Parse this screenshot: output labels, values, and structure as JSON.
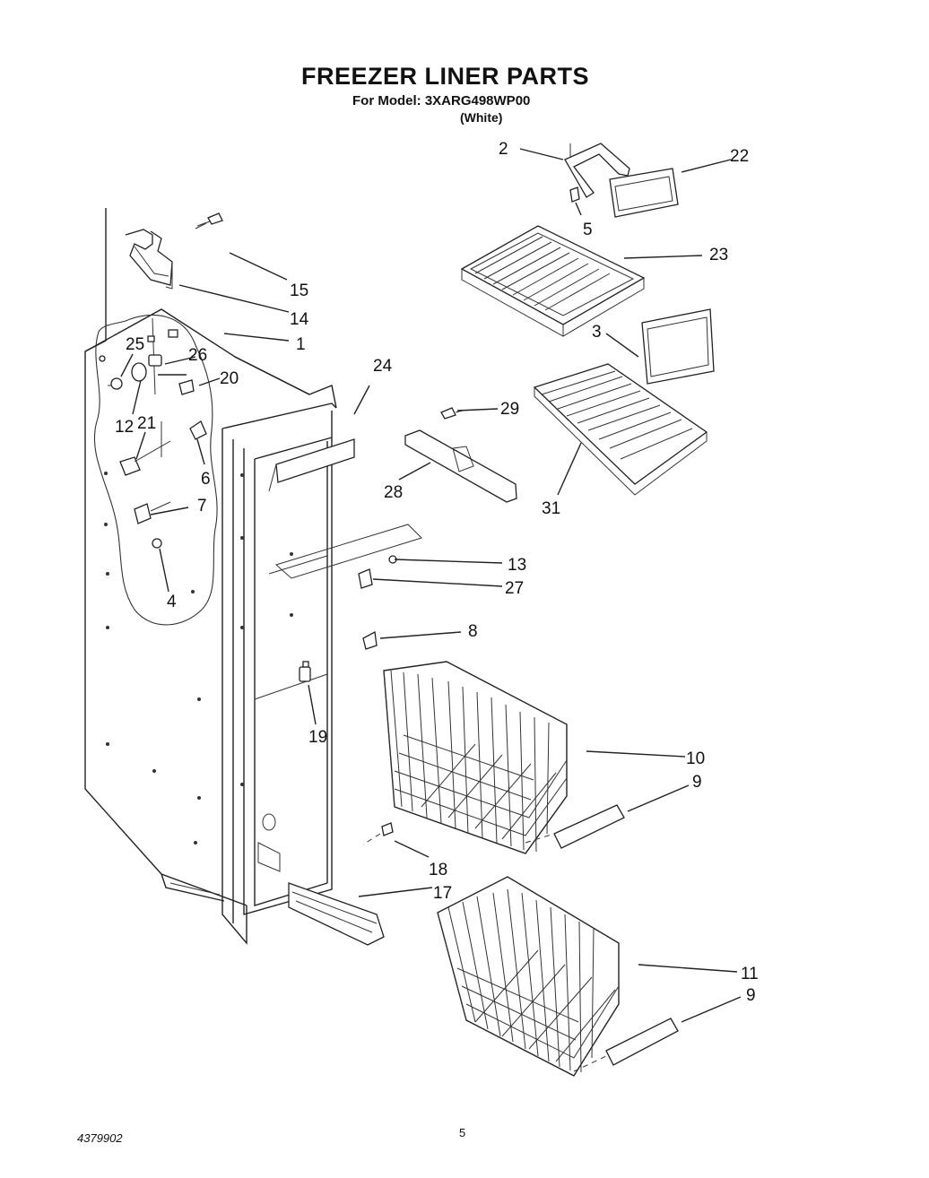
{
  "header": {
    "title": "FREEZER LINER PARTS",
    "model_line": "For Model: 3XARG498WP00",
    "color_line": "(White)"
  },
  "footer": {
    "doc_number": "4379902",
    "page_number": "5"
  },
  "callouts": {
    "c1": "1",
    "c2": "2",
    "c3": "3",
    "c4": "4",
    "c5": "5",
    "c6": "6",
    "c7": "7",
    "c8": "8",
    "c9a": "9",
    "c9b": "9",
    "c10": "10",
    "c11": "11",
    "c12": "12",
    "c13": "13",
    "c14": "14",
    "c15": "15",
    "c17": "17",
    "c18": "18",
    "c19": "19",
    "c20": "20",
    "c21": "21",
    "c22": "22",
    "c23": "23",
    "c24": "24",
    "c25": "25",
    "c26": "26",
    "c27": "27",
    "c28": "28",
    "c29": "29",
    "c31": "31"
  }
}
